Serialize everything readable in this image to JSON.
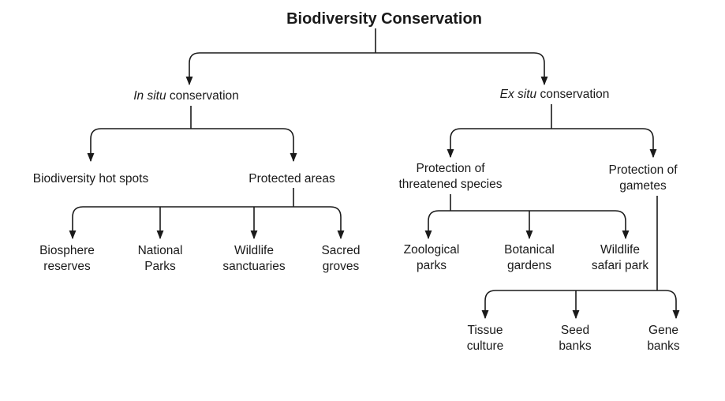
{
  "title": "Biodiversity Conservation",
  "in_situ": {
    "italic": "In situ",
    "rest": " conservation"
  },
  "ex_situ": {
    "italic": "Ex situ",
    "rest": " conservation"
  },
  "hotspots": "Biodiversity hot spots",
  "protected_areas": "Protected areas",
  "protected_children": [
    {
      "l1": "Biosphere",
      "l2": "reserves"
    },
    {
      "l1": "National",
      "l2": "Parks"
    },
    {
      "l1": "Wildlife",
      "l2": "sanctuaries"
    },
    {
      "l1": "Sacred",
      "l2": "groves"
    }
  ],
  "threatened": {
    "l1": "Protection of",
    "l2": "threatened species"
  },
  "gametes": {
    "l1": "Protection of",
    "l2": "gametes"
  },
  "threatened_children": [
    {
      "l1": "Zoological",
      "l2": "parks"
    },
    {
      "l1": "Botanical",
      "l2": "gardens"
    },
    {
      "l1": "Wildlife",
      "l2": "safari park"
    }
  ],
  "gamete_children": [
    {
      "l1": "Tissue",
      "l2": "culture"
    },
    {
      "l1": "Seed",
      "l2": "banks"
    },
    {
      "l1": "Gene",
      "l2": "banks"
    }
  ]
}
